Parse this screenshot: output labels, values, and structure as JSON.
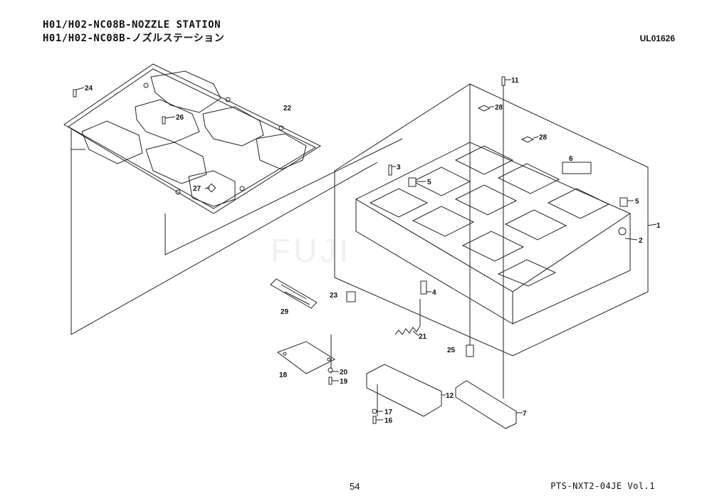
{
  "header": {
    "title_en": "H01/H02-NC08B-NOZZLE STATION",
    "title_jp": "H01/H02-NC08B-ノズルステーション",
    "drawing_code": "UL01626"
  },
  "watermark": "FUJI",
  "footer": {
    "page_number": "54",
    "document": "PTS-NXT2-04JE  Vol.1"
  },
  "callouts": {
    "c1": "1",
    "c2": "2",
    "c3": "3",
    "c4": "4",
    "c5a": "5",
    "c5b": "5",
    "c6": "6",
    "c7": "7",
    "c11": "11",
    "c12": "12",
    "c16": "16",
    "c17": "17",
    "c18": "18",
    "c19": "19",
    "c20": "20",
    "c21": "21",
    "c22": "22",
    "c23": "23",
    "c24": "24",
    "c25": "25",
    "c26": "26",
    "c27": "27",
    "c28a": "28",
    "c28b": "28",
    "c29": "29"
  }
}
